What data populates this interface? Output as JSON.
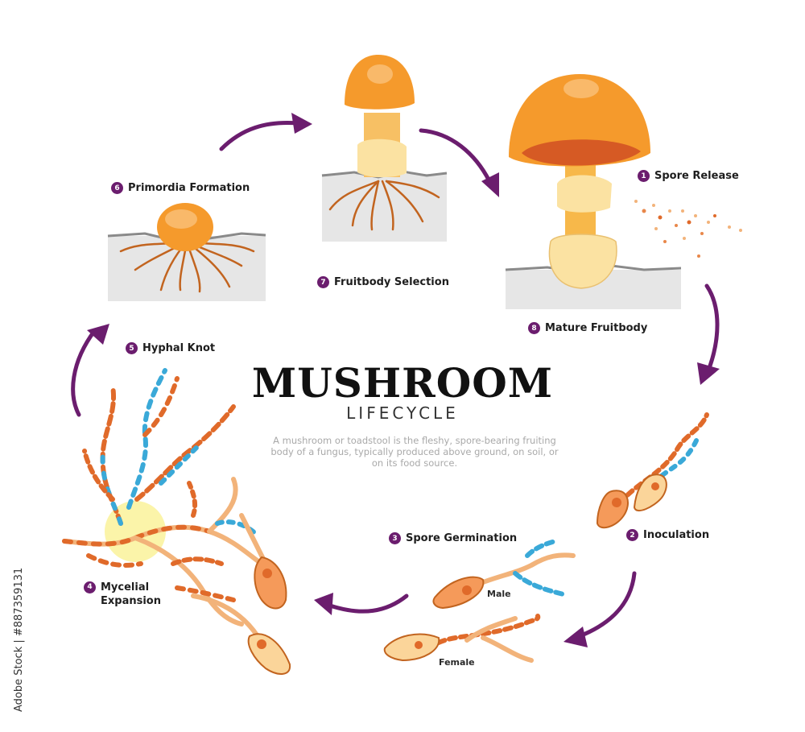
{
  "title": "MUSHROOM",
  "subtitle": "LIFECYCLE",
  "description": "A mushroom or toadstool is the fleshy, spore-bearing fruiting body of a fungus, typically produced above ground, on soil, or on its food source.",
  "stages": [
    {
      "number": "1",
      "label": "Spore Release"
    },
    {
      "number": "2",
      "label": "Inoculation"
    },
    {
      "number": "3",
      "label": "Spore Germination"
    },
    {
      "number": "4",
      "label": "Mycelial Expansion"
    },
    {
      "number": "5",
      "label": "Hyphal Knot"
    },
    {
      "number": "6",
      "label": "Primordia Formation"
    },
    {
      "number": "7",
      "label": "Fruitbody Selection"
    },
    {
      "number": "8",
      "label": "Mature Fruitbody"
    }
  ],
  "spore_labels": {
    "male": "Male",
    "female": "Female"
  },
  "watermark": "Adobe Stock | #887359131",
  "colors": {
    "arrow": "#6b1d6e",
    "cap": "#f59a2c",
    "stem": "#f7b84a",
    "soil": "#e8e8e8",
    "hypha_blue": "#3aa9d8",
    "hypha_orange": "#e06a2a"
  }
}
